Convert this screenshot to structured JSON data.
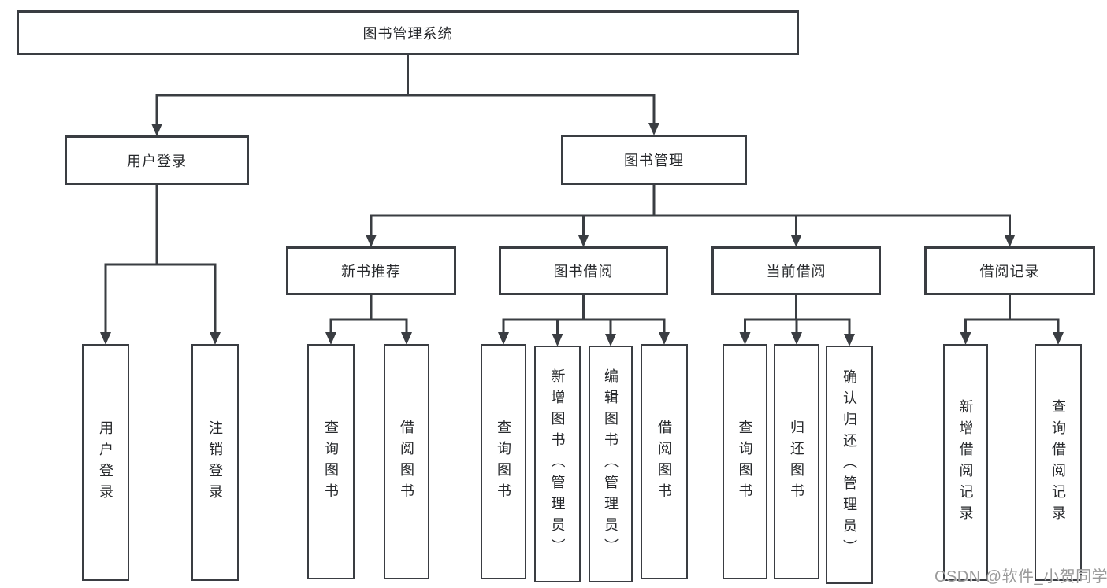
{
  "diagram": {
    "type": "hierarchy-tree",
    "title": "图书管理系统",
    "watermark": "CSDN @软件_小贺同学",
    "colors": {
      "line": "#3a3d42",
      "text": "#26282b",
      "watermark": "#9a9a9a",
      "box_background": "#ffffff"
    },
    "nodes": {
      "root": {
        "label": "图书管理系统",
        "level": 0
      },
      "user_login": {
        "label": "用户登录",
        "level": 1
      },
      "book_mgmt": {
        "label": "图书管理",
        "level": 1
      },
      "new_book_rec": {
        "label": "新书推荐",
        "level": 2
      },
      "book_borrow": {
        "label": "图书借阅",
        "level": 2
      },
      "current_borrow": {
        "label": "当前借阅",
        "level": 2
      },
      "borrow_record": {
        "label": "借阅记录",
        "level": 2
      },
      "leaf_user_login": {
        "label": "用户登录",
        "level": 3
      },
      "leaf_logout": {
        "label": "注销登录",
        "level": 3
      },
      "leaf_query_book_1": {
        "label": "查询图书",
        "level": 3
      },
      "leaf_borrow_book_1": {
        "label": "借阅图书",
        "level": 3
      },
      "leaf_query_book_2": {
        "label": "查询图书",
        "level": 3
      },
      "leaf_add_book": {
        "label": "新增图书（管理员）",
        "level": 3
      },
      "leaf_edit_book": {
        "label": "编辑图书（管理员）",
        "level": 3
      },
      "leaf_borrow_book_2": {
        "label": "借阅图书",
        "level": 3
      },
      "leaf_query_book_3": {
        "label": "查询图书",
        "level": 3
      },
      "leaf_return_book": {
        "label": "归还图书",
        "level": 3
      },
      "leaf_confirm_return": {
        "label": "确认归还（管理员）",
        "level": 3
      },
      "leaf_add_record": {
        "label": "新增借阅记录",
        "level": 3
      },
      "leaf_query_record": {
        "label": "查询借阅记录",
        "level": 3
      }
    },
    "edges": [
      {
        "parent": "root",
        "children": [
          "user_login",
          "book_mgmt"
        ]
      },
      {
        "parent": "user_login",
        "children": [
          "leaf_user_login",
          "leaf_logout"
        ]
      },
      {
        "parent": "book_mgmt",
        "children": [
          "new_book_rec",
          "book_borrow",
          "current_borrow",
          "borrow_record"
        ]
      },
      {
        "parent": "new_book_rec",
        "children": [
          "leaf_query_book_1",
          "leaf_borrow_book_1"
        ]
      },
      {
        "parent": "book_borrow",
        "children": [
          "leaf_query_book_2",
          "leaf_add_book",
          "leaf_edit_book",
          "leaf_borrow_book_2"
        ]
      },
      {
        "parent": "current_borrow",
        "children": [
          "leaf_query_book_3",
          "leaf_return_book",
          "leaf_confirm_return"
        ]
      },
      {
        "parent": "borrow_record",
        "children": [
          "leaf_add_record",
          "leaf_query_record"
        ]
      }
    ]
  }
}
